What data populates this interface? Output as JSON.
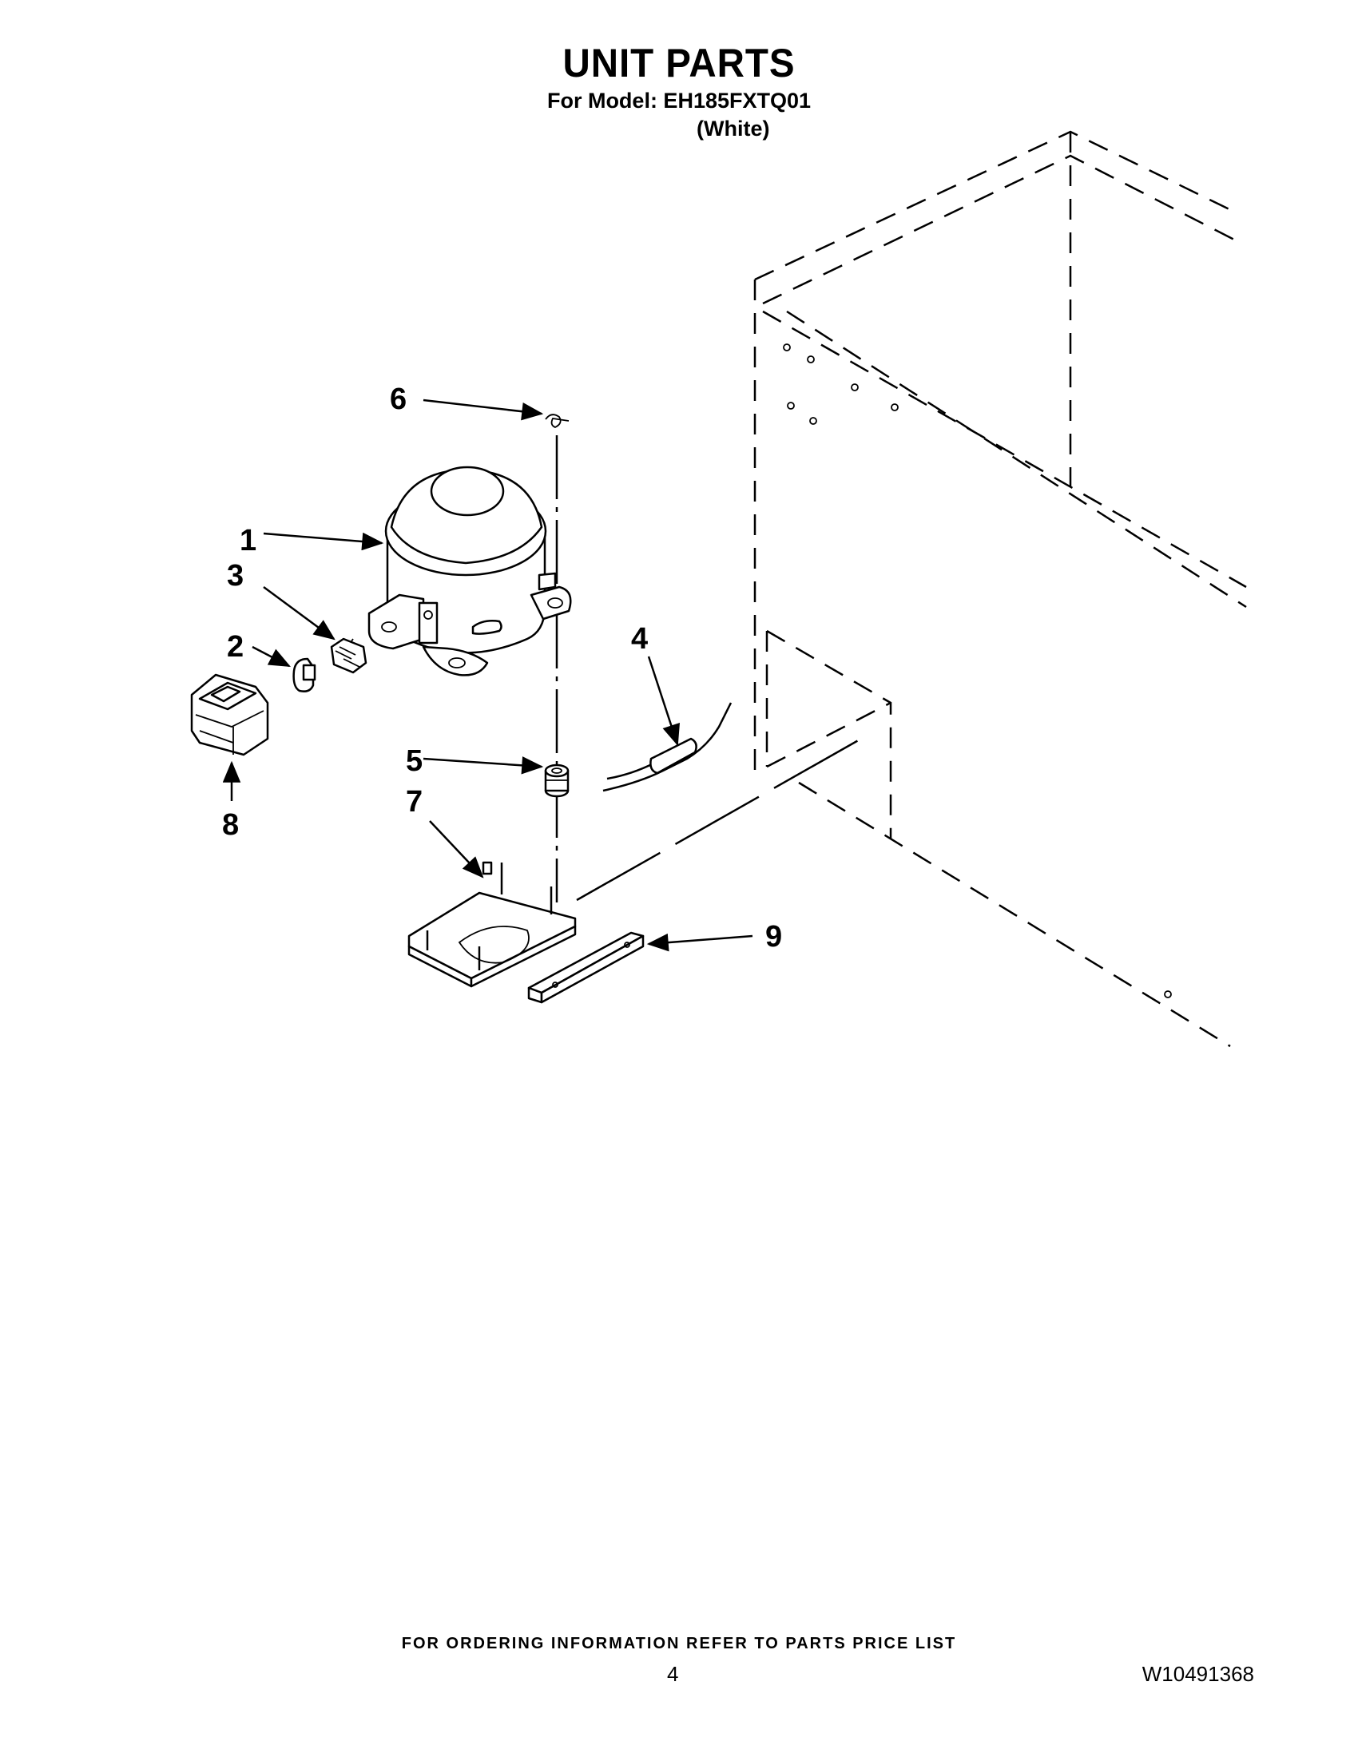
{
  "header": {
    "title": "UNIT PARTS",
    "model_line": "For Model: EH185FXTQ01",
    "color": "(White)"
  },
  "callouts": [
    "1",
    "2",
    "3",
    "4",
    "5",
    "6",
    "7",
    "8",
    "9"
  ],
  "footer": {
    "note": "FOR ORDERING INFORMATION REFER TO PARTS PRICE LIST",
    "page_number": "4",
    "doc_number": "W10491368"
  }
}
